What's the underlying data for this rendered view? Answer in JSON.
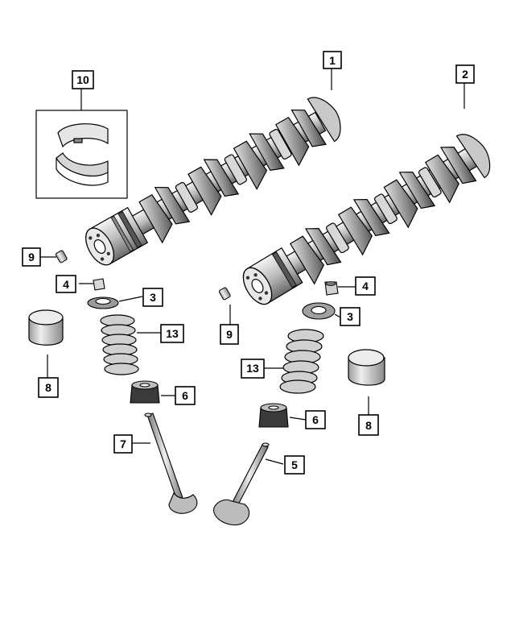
{
  "callouts": [
    {
      "id": "c1",
      "label": "1"
    },
    {
      "id": "c2",
      "label": "2"
    },
    {
      "id": "c10",
      "label": "10"
    },
    {
      "id": "c9a",
      "label": "9"
    },
    {
      "id": "c4a",
      "label": "4"
    },
    {
      "id": "c3a",
      "label": "3"
    },
    {
      "id": "c13a",
      "label": "13"
    },
    {
      "id": "c8a",
      "label": "8"
    },
    {
      "id": "c6a",
      "label": "6"
    },
    {
      "id": "c7",
      "label": "7"
    },
    {
      "id": "c9b",
      "label": "9"
    },
    {
      "id": "c4b",
      "label": "4"
    },
    {
      "id": "c3b",
      "label": "3"
    },
    {
      "id": "c13b",
      "label": "13"
    },
    {
      "id": "c8b",
      "label": "8"
    },
    {
      "id": "c6b",
      "label": "6"
    },
    {
      "id": "c5",
      "label": "5"
    }
  ]
}
